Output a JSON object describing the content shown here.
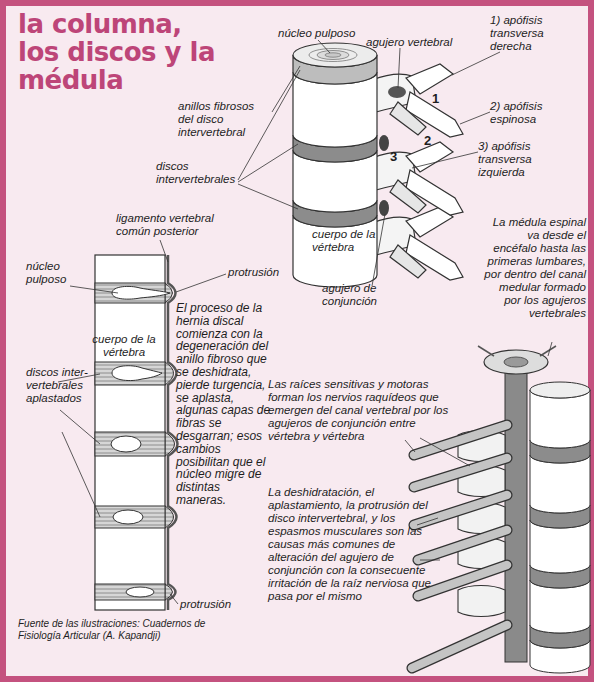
{
  "diagram": {
    "title": "la columna, los discos y la médula",
    "caption": "Fuente de las ilustraciones: Cuadernos de Fisiología Articular (A. Kapandji)",
    "labels": [
      "núcleo pulposo",
      "agujero vertebral",
      "1) apófisis transversa derecha",
      "anillos fibrosos del disco intervertebral",
      "1",
      "2) apófisis espinosa",
      "2",
      "3",
      "3) apófisis transversa izquierda",
      "discos intervertebrales",
      "cuerpo de la vértebra",
      "La médula espinal va desde el encéfalo hasta las primeras lumbares, por dentro del canal medular formado por los agujeros vertebrales",
      "ligamento vertebral común posterior",
      "agujero de conjunción",
      "núcleo pulposo",
      "protrusión",
      "cuerpo de la vértebra",
      "El proceso de la hernia discal comienza con la degeneración del anillo fibroso que se deshidrata, pierde turgencia, se aplasta, algunas capas de fibras se desgarran; esos cambios posibilitan que el núcleo migre de distintas maneras.",
      "discos inter- vertebrales aplastados",
      "Las raíces sensitivas y motoras forman los nervios raquídeos que emergen del canal vertebral por los agujeros de conjunción entre vértebra y vértebra",
      "La deshidratación, el aplastamiento, la protrusión del disco intervertebral, y los espasmos musculares son las causas más comunes de alteración del agujero de conjunción con la consecuente irritación de la raíz nerviosa que pasa por el mismo",
      "protrusión"
    ]
  }
}
